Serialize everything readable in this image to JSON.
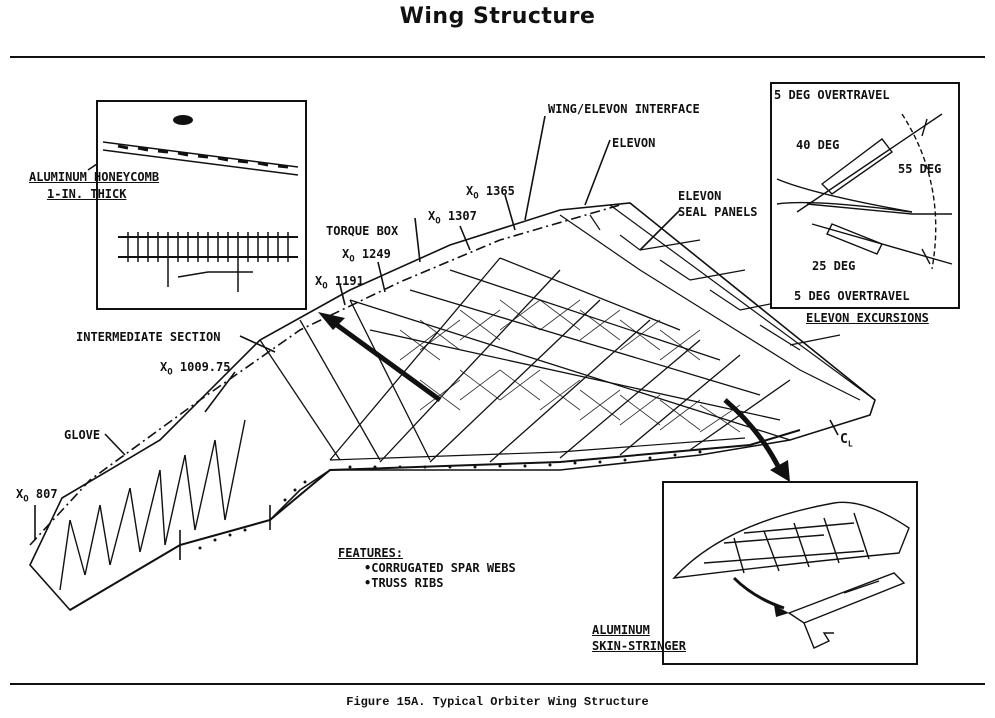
{
  "title": "Wing Structure",
  "caption": "Figure 15A.  Typical Orbiter Wing Structure",
  "labels": {
    "honeycomb_line1": "ALUMINUM HONEYCOMB",
    "honeycomb_line2": "1-IN. THICK",
    "wing_elevon_interface": "WING/ELEVON INTERFACE",
    "elevon": "ELEVON",
    "elevon_seal_1": "ELEVON",
    "elevon_seal_2": "SEAL PANELS",
    "torque_box": "TORQUE BOX",
    "xo_1365": "X",
    "xo_1365_num": "1365",
    "xo_1307": "X",
    "xo_1307_num": "1307",
    "xo_1249": "X",
    "xo_1249_num": "1249",
    "xo_1191": "X",
    "xo_1191_num": "1191",
    "intermediate_section": "INTERMEDIATE SECTION",
    "xo_1009": "X",
    "xo_1009_num": "1009.75",
    "glove": "GLOVE",
    "xo_807": "X",
    "xo_807_num": "807",
    "subscript_o": "O",
    "centerline": "C",
    "centerline_sub": "L",
    "aluminum_skin_1": "ALUMINUM",
    "aluminum_skin_2": "SKIN-STRINGER"
  },
  "features": {
    "heading": "FEATURES:",
    "items": [
      "CORRUGATED SPAR WEBS",
      "TRUSS RIBS"
    ]
  },
  "excursions": {
    "top_overtravel": "5 DEG OVERTRAVEL",
    "up_deg": "40 DEG",
    "range_deg": "55 DEG",
    "down_deg": "25 DEG",
    "bottom_overtravel": "5 DEG OVERTRAVEL",
    "caption": "ELEVON EXCURSIONS"
  }
}
